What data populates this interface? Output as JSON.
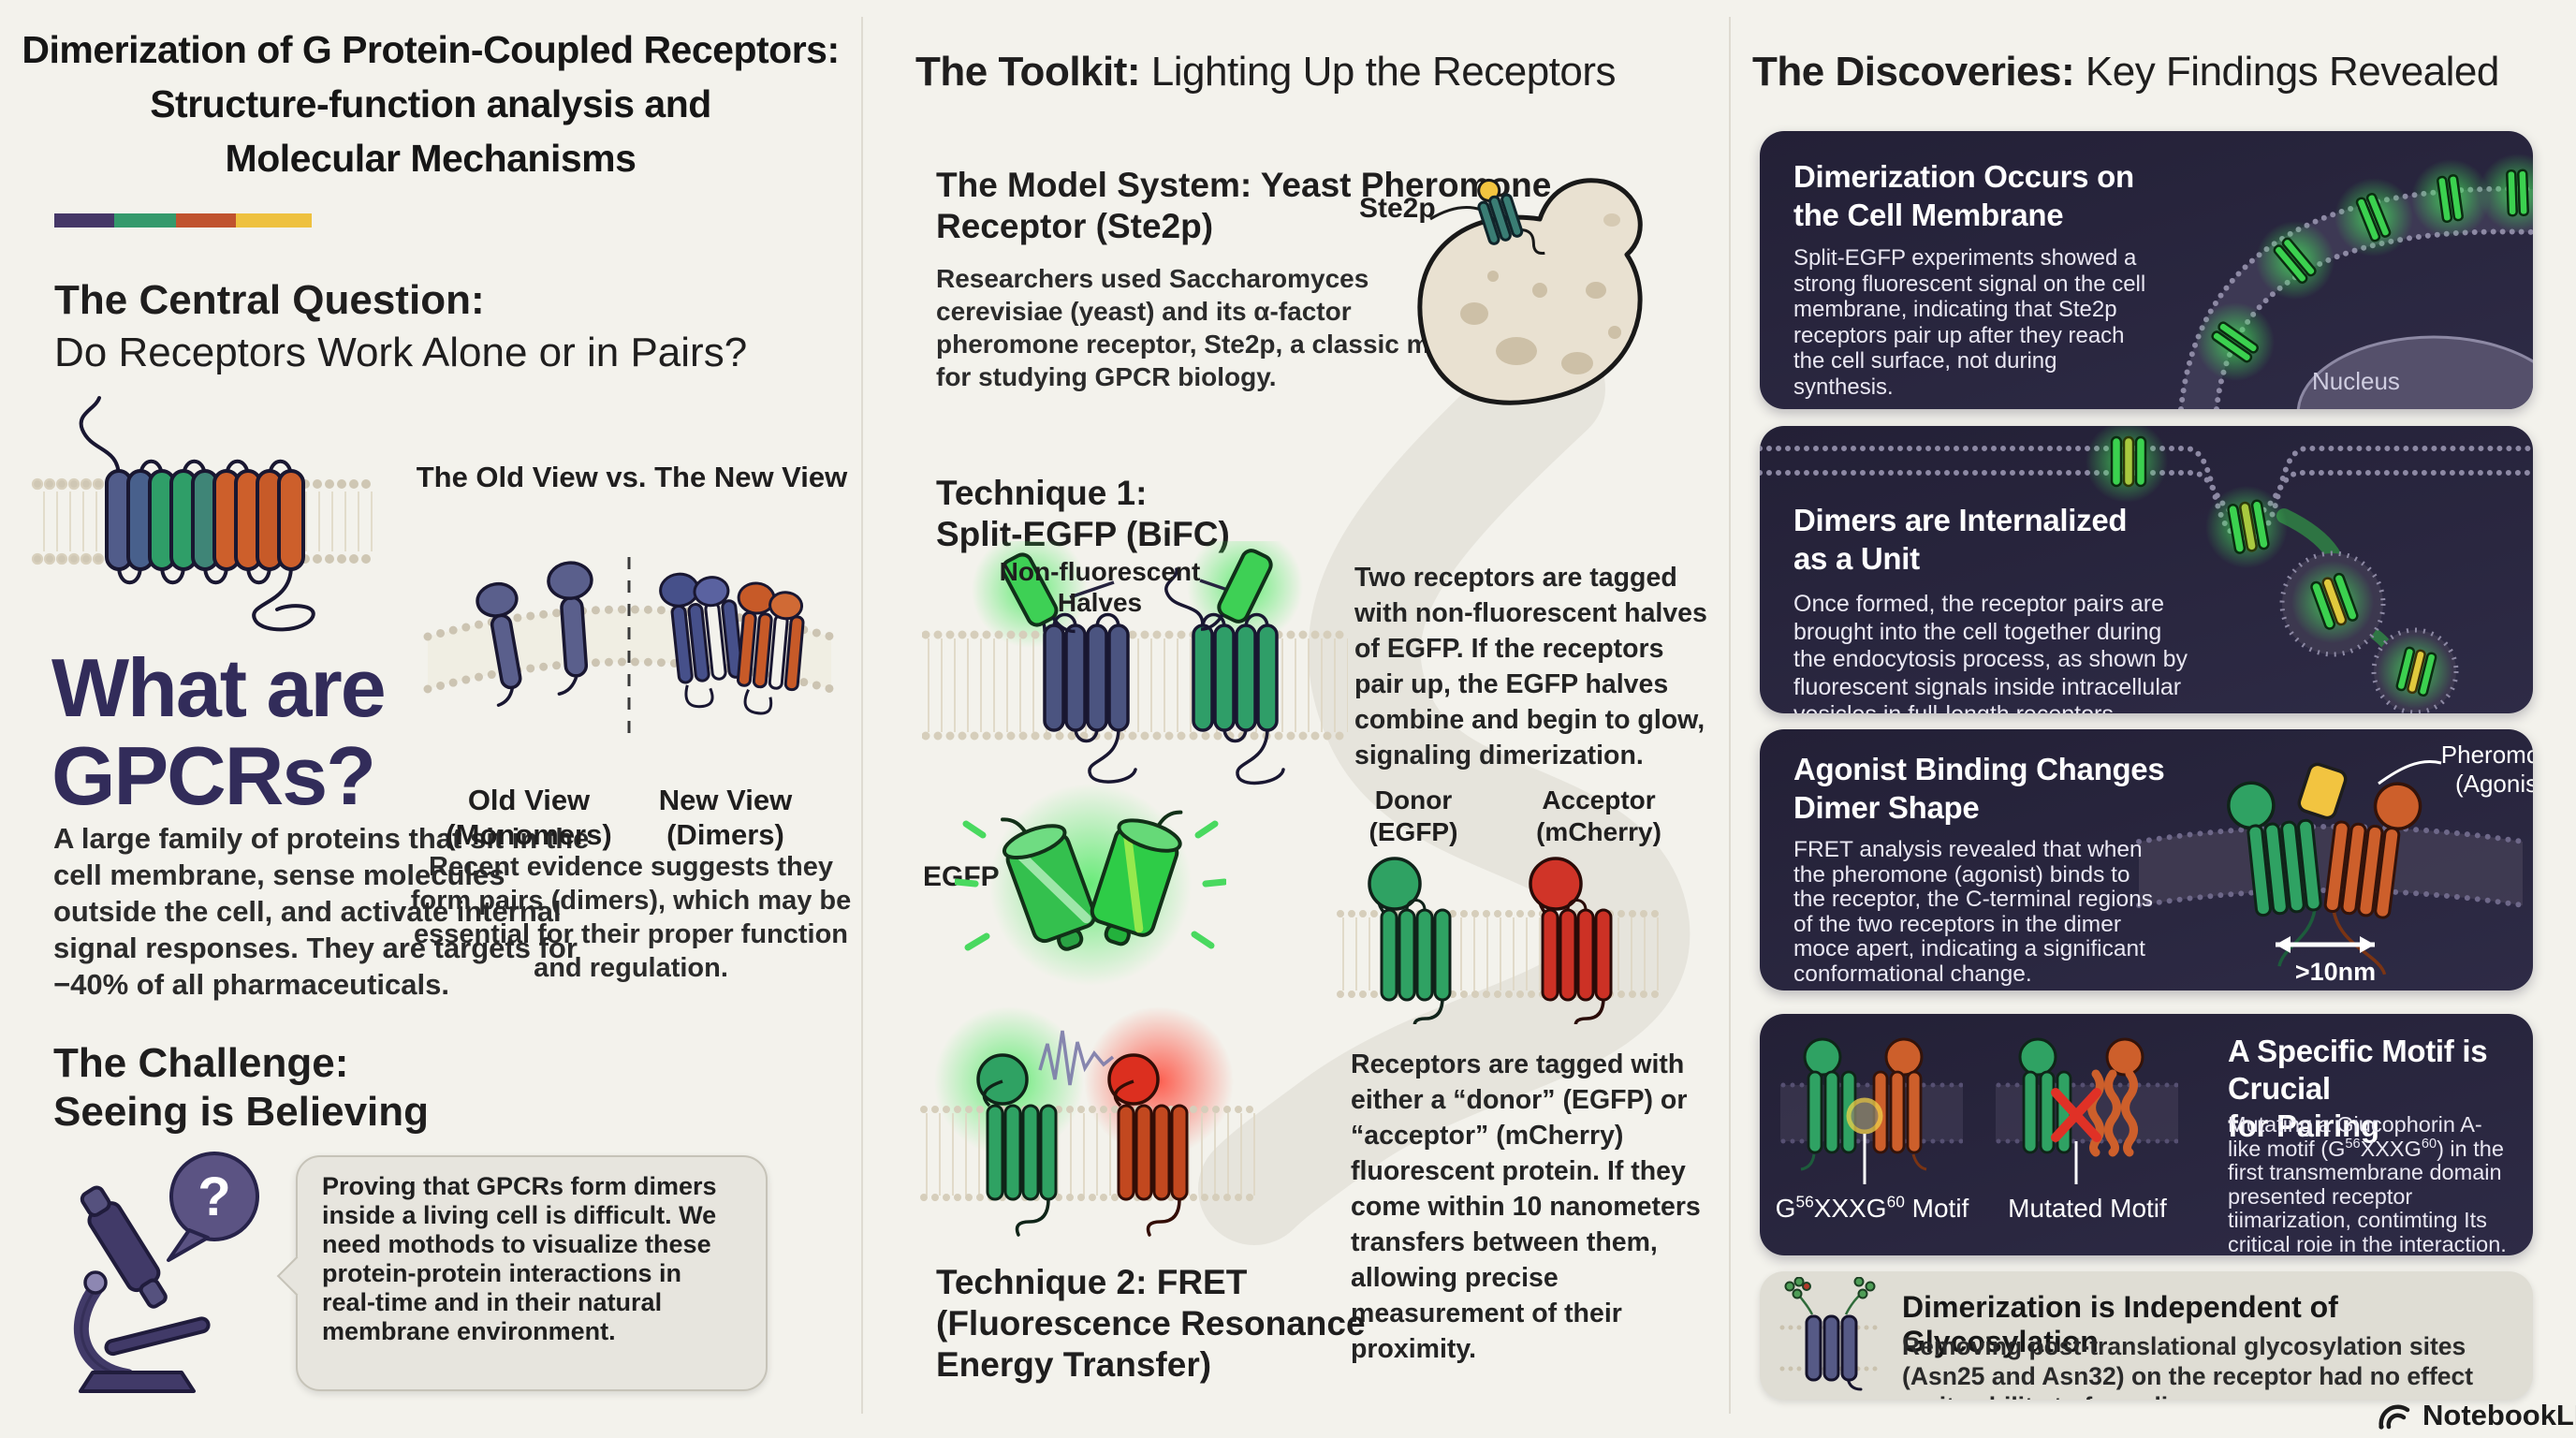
{
  "palette": {
    "page_bg": "#f3f2ec",
    "card_bg": "#262339",
    "accent_bar": [
      "#453767",
      "#349a6c",
      "#c0532f",
      "#eec13f"
    ],
    "green_receptor": "#2f9e68",
    "bright_green": "#3bd14f",
    "orange_receptor": "#cd5f2b",
    "red_mcherry": "#d03428",
    "slate_receptor": "#515c8a",
    "pheromone_yellow": "#f2c440"
  },
  "left": {
    "title_lines": [
      "Dimerization of G Protein-Coupled Receptors:",
      "Structure-function analysis and",
      "Molecular Mechanisms"
    ],
    "central_question": {
      "heading": "The Central Question:",
      "subheading": "Do Receptors Work Alone or in Pairs?"
    },
    "gpcr": {
      "heading_line1": "What are",
      "heading_line2": "GPCRs?",
      "body": "A large family of proteins that sit in the cell membrane, sense molecules outside the cell, and activate internal signal responses. They are targets for −40% of all pharmaceuticals."
    },
    "views": {
      "heading": "The Old View vs. The New View",
      "old_label": "Old View",
      "old_sublabel": "(Monomers)",
      "new_label": "New View",
      "new_sublabel": "(Dimers)",
      "body": "Recent evidence suggests they form pairs (dimers), which may be essential for their proper function and regulation."
    },
    "challenge": {
      "heading_line1": "The Challenge:",
      "heading_line2": "Seeing is Believing",
      "question_mark": "?",
      "bubble_text": "Proving that GPCRs form dimers inside a living cell is difficult. We need mothods to visualize these protein-protein interactions in real-time and in their natural membrane environment."
    }
  },
  "middle": {
    "header": {
      "bold": "The Toolkit:",
      "rest": " Lighting Up the Receptors"
    },
    "model_system": {
      "heading": "The Model System: Yeast Pheromone Receptor (Ste2p)",
      "body": "Researchers used Saccharomyces cerevisiae (yeast) and its α-factor pheromone receptor, Ste2p, a classic model for studying GPCR biology.",
      "ste2p_label": "Ste2p"
    },
    "technique1": {
      "heading_line1": "Technique 1:",
      "heading_line2": "Split-EGFP (BiFC)",
      "halves_label_line1": "Non-fluorescent",
      "halves_label_line2": "Halves",
      "body": "Two receptors are tagged with non-fluorescent halves of EGFP. If the receptors pair up, the EGFP halves combine and begin to glow, signaling dimerization.",
      "egfp_label": "EGFP"
    },
    "fret": {
      "donor_label_line1": "Donor",
      "donor_label_line2": "(EGFP)",
      "acceptor_label_line1": "Acceptor",
      "acceptor_label_line2": "(mCherry)",
      "body": "Receptors are tagged with either a “donor” (EGFP) or “acceptor” (mCherry) fluorescent protein. If they come within 10 nanometers transfers between them, allowing precise measurement of their proximity.",
      "heading_line1": "Technique 2: FRET",
      "heading_line2": "(Fluorescence Resonance",
      "heading_line3": "Energy Transfer)"
    }
  },
  "right": {
    "header": {
      "bold": "The Discoveries:",
      "rest": " Key Findings Revealed"
    },
    "card1": {
      "title_line1": "Dimerization Occurs on",
      "title_line2": "the Cell Membrane",
      "body": "Split-EGFP experiments showed a strong fluorescent signal on the cell membrane, indicating that Ste2p receptors pair up after they reach the cell surface, not during synthesis.",
      "nucleus_label": "Nucleus"
    },
    "card2": {
      "title_line1": "Dimers are Internalized",
      "title_line2": "as a Unit",
      "body": "Once formed, the receptor pairs are brought into the cell together during the endocytosis process, as shown by fluorescent signals inside intracellular vesicles in full-length receptors."
    },
    "card3": {
      "title_line1": "Agonist Binding Changes",
      "title_line2": "Dimer Shape",
      "body": "FRET analysis revealed that when the pheromone (agonist) binds to the receptor, the C-terminal regions of the two receptors in the dimer moce apert, indicating a significant conformational change.",
      "pheromone_label_line1": "Pheromone",
      "pheromone_label_line2": "(Agonist)",
      "distance_label": ">10nm"
    },
    "card4": {
      "title_line1": "A Specific Motif is Crucial",
      "title_line2": "for Pairing",
      "body_p1": "Mutating a Giucophorin A-like motif (G",
      "body_sup1": "56",
      "body_p2": "XXXG",
      "body_sup2": "60",
      "body_p3": ") in the first transmembrane domain presented receptor tiimarization, contimting Its critical roie in the interaction.",
      "motif_p1": "G",
      "motif_sup1": "56",
      "motif_p2": "XXXG",
      "motif_sup2": "60",
      "motif_p3": " Motif",
      "mutated_label": "Mutated Motif"
    },
    "card5": {
      "title": "Dimerization is Independent of Glycosylation",
      "body": "Removing post-translational glycosylation sites (Asn25 and Asn32) on the receptor had no effect on its ability to form dimers."
    }
  },
  "footer": {
    "brand": "NotebookLM"
  }
}
